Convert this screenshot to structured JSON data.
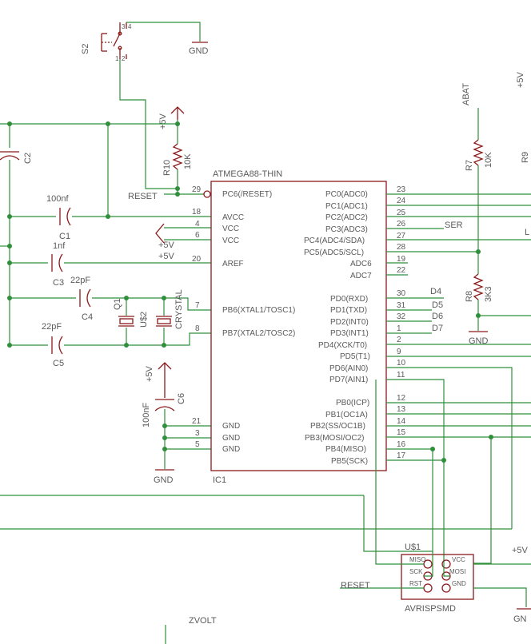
{
  "ic": {
    "name": "ATMEGA88-THIN",
    "ref": "IC1",
    "left_pins": [
      {
        "num": "29",
        "label": "PC6(/RESET)"
      },
      {
        "num": "18",
        "label": "AVCC"
      },
      {
        "num": "4",
        "label": "VCC"
      },
      {
        "num": "6",
        "label": "VCC"
      },
      {
        "num": "20",
        "label": "AREF"
      },
      {
        "num": "7",
        "label": "PB6(XTAL1/TOSC1)"
      },
      {
        "num": "8",
        "label": "PB7(XTAL2/TOSC2)"
      },
      {
        "num": "21",
        "label": "GND"
      },
      {
        "num": "3",
        "label": "GND"
      },
      {
        "num": "5",
        "label": "GND"
      }
    ],
    "right_pins": [
      {
        "num": "23",
        "label": "PC0(ADC0)"
      },
      {
        "num": "24",
        "label": "PC1(ADC1)"
      },
      {
        "num": "25",
        "label": "PC2(ADC2)"
      },
      {
        "num": "26",
        "label": "PC3(ADC3)"
      },
      {
        "num": "27",
        "label": "PC4(ADC4/SDA)"
      },
      {
        "num": "28",
        "label": "PC5(ADC5/SCL)"
      },
      {
        "num": "19",
        "label": "ADC6"
      },
      {
        "num": "22",
        "label": "ADC7"
      },
      {
        "num": "30",
        "label": "PD0(RXD)"
      },
      {
        "num": "31",
        "label": "PD1(TXD)"
      },
      {
        "num": "32",
        "label": "PD2(INT0)"
      },
      {
        "num": "1",
        "label": "PD3(INT1)"
      },
      {
        "num": "2",
        "label": "PD4(XCK/T0)"
      },
      {
        "num": "9",
        "label": "PD5(T1)"
      },
      {
        "num": "10",
        "label": "PD6(AIN0)"
      },
      {
        "num": "11",
        "label": "PD7(AIN1)"
      },
      {
        "num": "12",
        "label": "PB0(ICP)"
      },
      {
        "num": "13",
        "label": "PB1(OC1A)"
      },
      {
        "num": "14",
        "label": "PB2(SS/OC1B)"
      },
      {
        "num": "15",
        "label": "PB3(MOSI/OC2)"
      },
      {
        "num": "16",
        "label": "PB4(MISO)"
      },
      {
        "num": "17",
        "label": "PB5(SCK)"
      }
    ]
  },
  "parts": {
    "s2": "S2",
    "s2_pins": [
      "3",
      "4",
      "1",
      "2"
    ],
    "gnd": "GND",
    "plus5v": "+5V",
    "r10": "R10",
    "r10_val": "10K",
    "reset": "RESET",
    "c2": "C2",
    "c1_val": "100nf",
    "c1": "C1",
    "c3_val": "1nf",
    "c3": "C3",
    "c4_val": "22pF",
    "c4": "C4",
    "c5_val": "22pF",
    "c5": "C5",
    "q1": "Q1",
    "u2": "U$2",
    "crystal": "CRYSTAL",
    "c6_val": "100nF",
    "c6": "C6",
    "abat": "ABAT",
    "r7": "R7",
    "r7_val": "10K",
    "r9": "R9",
    "r8": "R8",
    "r8_val": "3K3",
    "ser": "SER",
    "l_cut": "L",
    "d4": "D4",
    "d5": "D5",
    "d6": "D6",
    "d7": "D7",
    "u1": "U$1",
    "avrisp": "AVRISPSMD",
    "isp_left": [
      "MISO",
      "SCK",
      "RST"
    ],
    "isp_right": [
      "VCC",
      "MOSI",
      "GND"
    ],
    "zvolt": "ZVOLT",
    "gnd_cut": "GN"
  }
}
